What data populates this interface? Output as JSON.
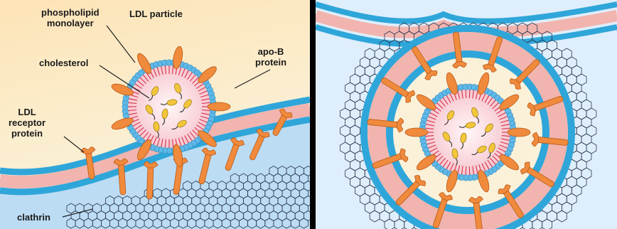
{
  "diagram": {
    "left_panel": {
      "labels": {
        "phospholipid": "phospholipid\nmonolayer",
        "ldl_particle": "LDL particle",
        "cholesterol": "cholesterol",
        "apob": "apo-B\nprotein",
        "receptor": "LDL\nreceptor\nprotein",
        "clathrin": "clathrin"
      }
    },
    "colors": {
      "background_top": "#fde3b6",
      "background_right": "#dfeefb",
      "membrane_pink": "#f2b4ae",
      "membrane_blue": "#2fa6d9",
      "receptor_orange": "#f08a3c",
      "cholesterol_yellow": "#f2c63b",
      "lipid_head_blue": "#5fb9e8",
      "lipid_tail_red": "#d8324a",
      "core_pink": "#fde5ea"
    }
  }
}
